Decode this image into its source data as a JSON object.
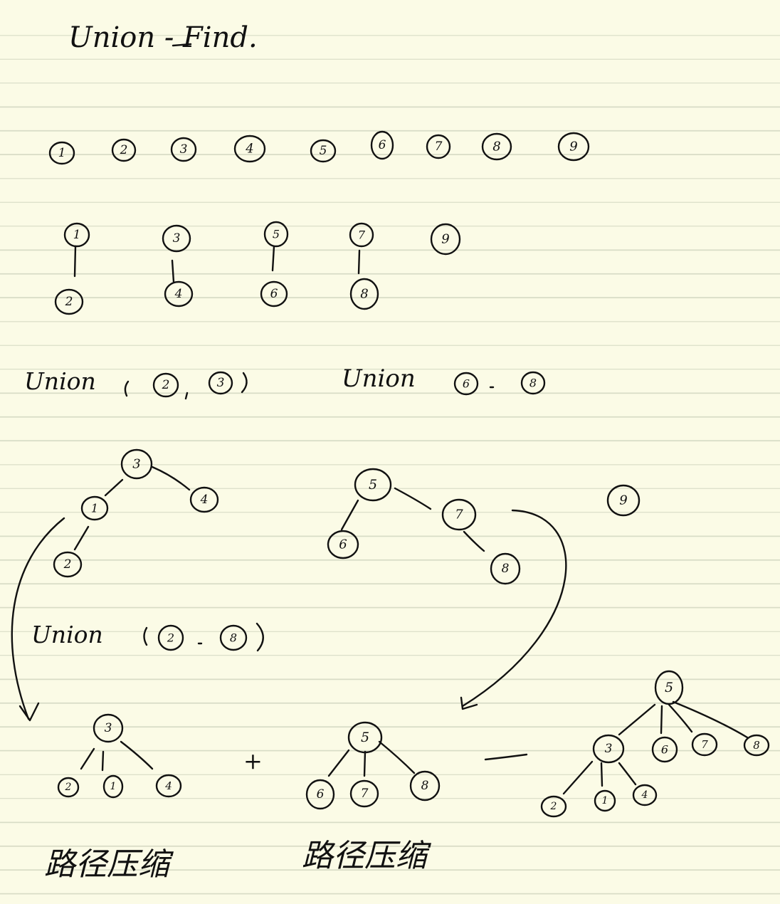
{
  "title": "Union - Find.",
  "initial_nodes": [
    "1",
    "2",
    "3",
    "4",
    "5",
    "6",
    "7",
    "8",
    "9"
  ],
  "step1": {
    "pairs": [
      {
        "parent": "1",
        "child": "2"
      },
      {
        "parent": "3",
        "child": "4"
      },
      {
        "parent": "5",
        "child": "6"
      },
      {
        "parent": "7",
        "child": "8"
      }
    ],
    "single": "9"
  },
  "union_a": {
    "word": "Union",
    "args": [
      "2",
      "3"
    ]
  },
  "union_b": {
    "word": "Union",
    "args": [
      "6",
      "8"
    ]
  },
  "tree_a": {
    "root": "3",
    "middle": "1",
    "leaf": "2",
    "right": "4"
  },
  "tree_b": {
    "root": "5",
    "left": "6",
    "right": "7",
    "leaf": "8"
  },
  "lonely_node": "9",
  "union_c": {
    "word": "Union",
    "args": [
      "2",
      "8"
    ]
  },
  "compressed_a": {
    "root": "3",
    "children": [
      "2",
      "1",
      "4"
    ]
  },
  "plus_sign": "+",
  "compressed_b": {
    "root": "5",
    "children": [
      "6",
      "7",
      "8"
    ]
  },
  "merged": {
    "root": "5",
    "sub_root": "3",
    "sub_children": [
      "2",
      "1",
      "4"
    ],
    "children": [
      "6",
      "7",
      "8"
    ]
  },
  "caption_a": "路径压缩",
  "caption_b": "路径压缩"
}
